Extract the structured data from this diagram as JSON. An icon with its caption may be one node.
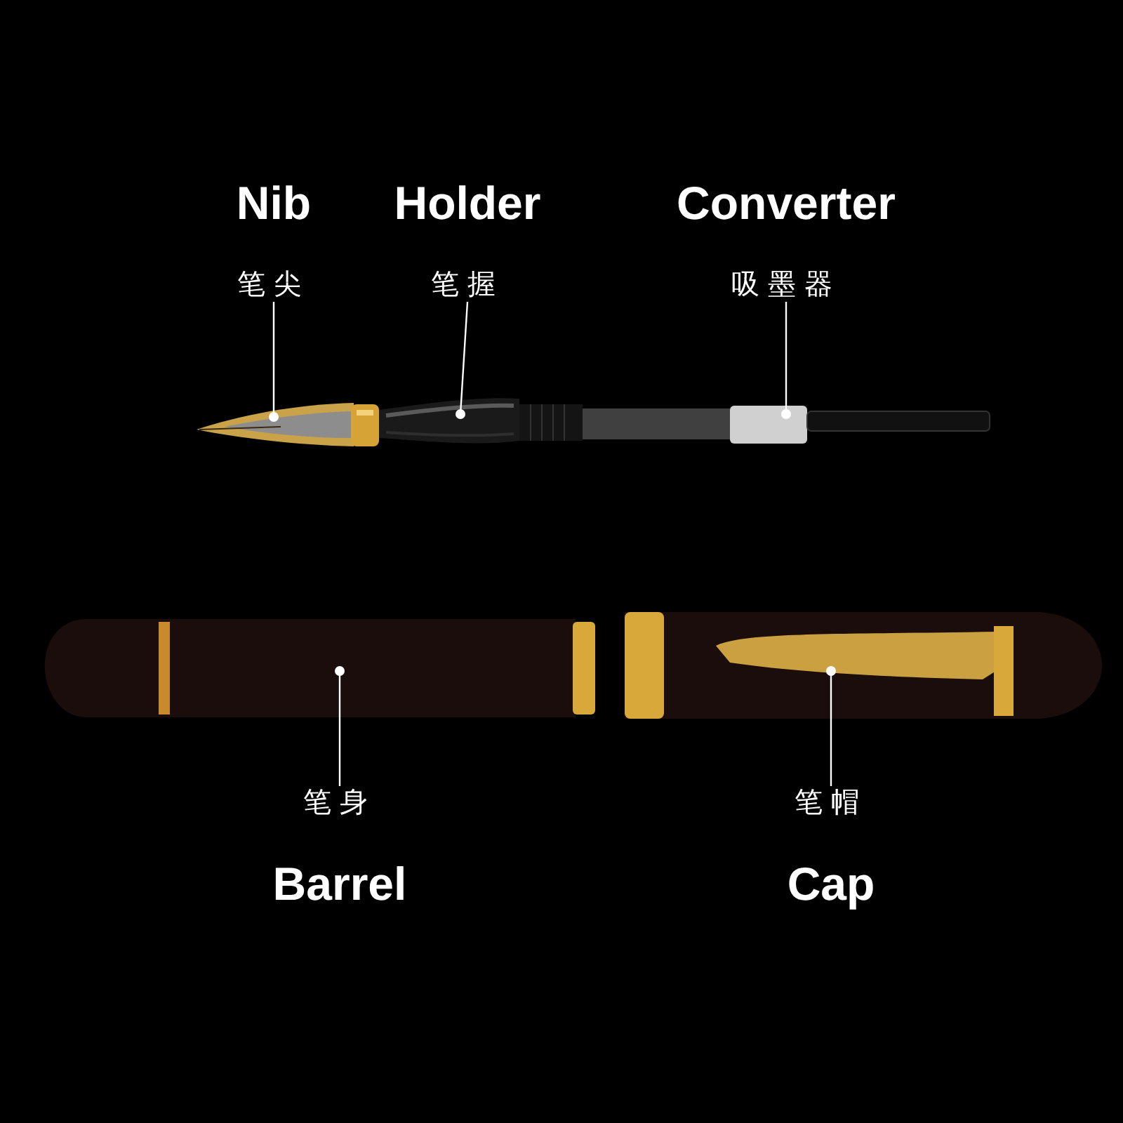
{
  "diagram": {
    "nodes": [
      {
        "text": [
          "Nib",
          "笔尖"
        ]
      },
      {
        "text": [
          "Holder",
          "笔握"
        ]
      },
      {
        "text": [
          "Converter",
          "吸墨器"
        ]
      },
      {
        "text": [
          "笔身",
          "Barrel"
        ]
      },
      {
        "text": [
          "笔帽",
          "Cap"
        ]
      },
      {
        "text": [],
        "shape": "picture"
      },
      {
        "text": [],
        "shape": "picture"
      },
      {
        "text": [],
        "shape": "picture"
      },
      {
        "text": [],
        "shape": "picture"
      },
      {
        "text": [],
        "shape": "picture"
      }
    ],
    "edges": [
      {
        "from": 0,
        "to": 5,
        "arrow": "other"
      },
      {
        "from": 1,
        "to": 6,
        "arrow": "other"
      },
      {
        "from": 2,
        "to": 7,
        "arrow": "other"
      },
      {
        "from": 3,
        "to": 8,
        "arrow": "other"
      },
      {
        "from": 4,
        "to": 9,
        "arrow": "other"
      }
    ]
  }
}
